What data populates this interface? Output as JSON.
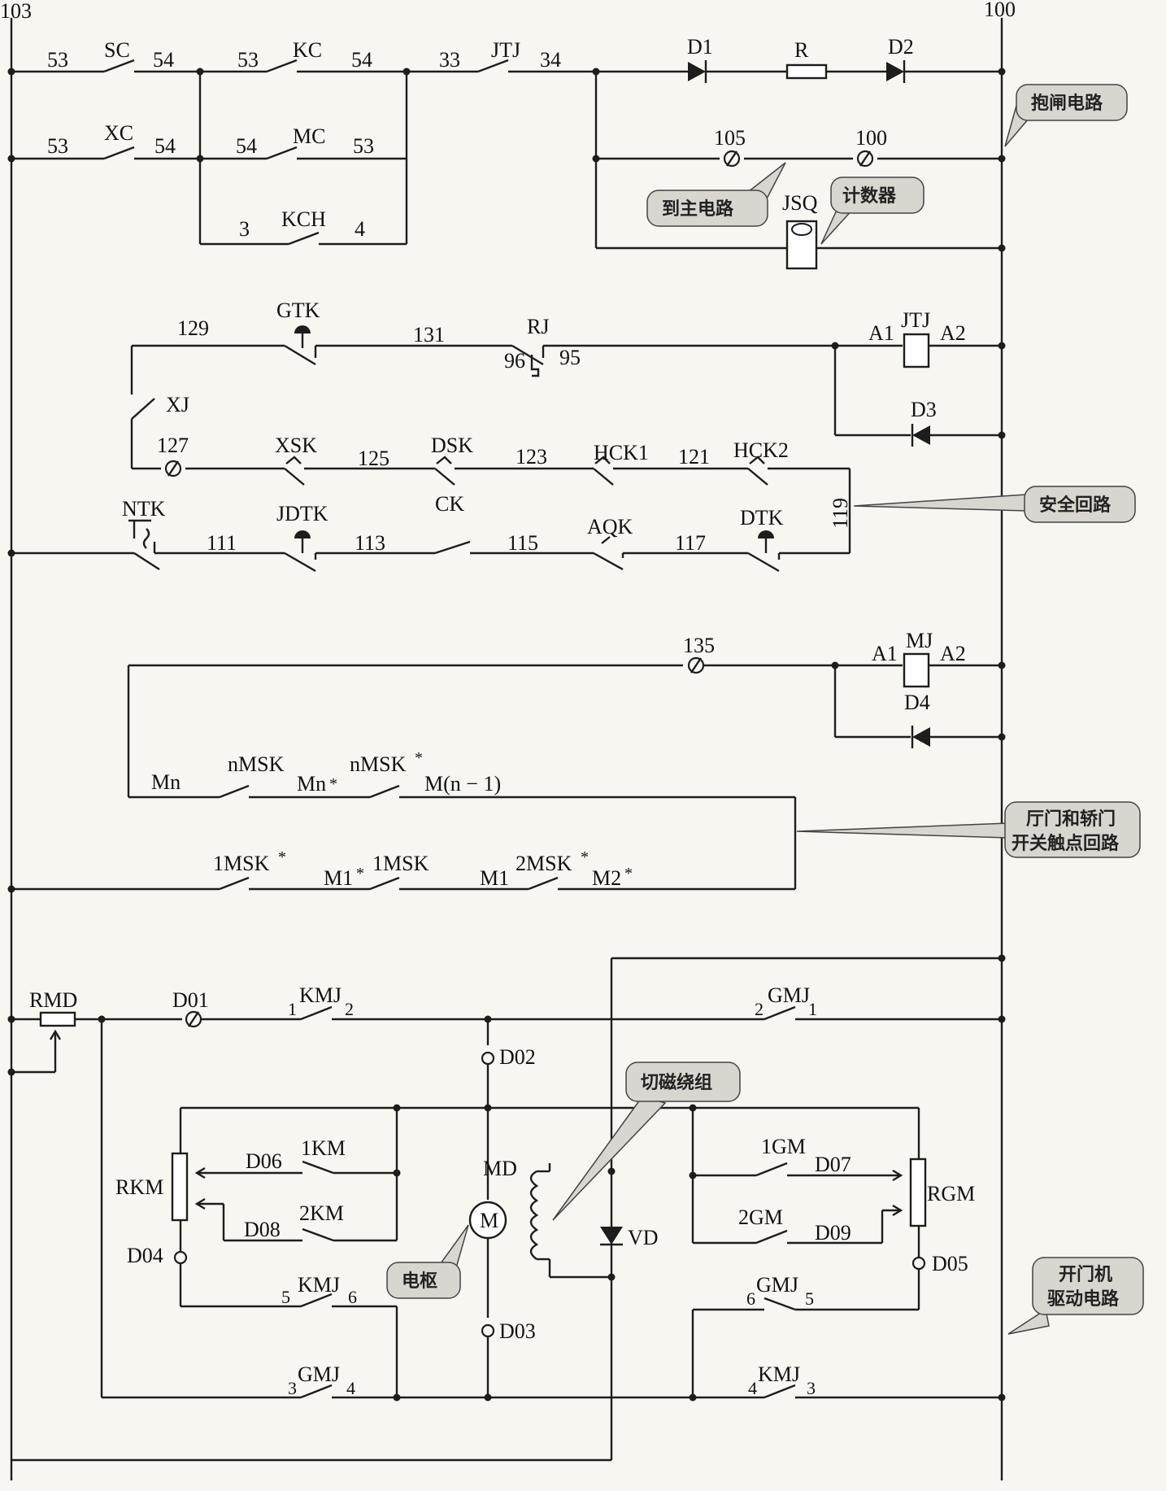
{
  "rails": {
    "left": "103",
    "right": "100"
  },
  "callouts": {
    "brake": "抱闸电路",
    "to_main": "到主电路",
    "counter": "计数器",
    "safety": "安全回路",
    "door_line1": "厅门和轿门",
    "door_line2": "开关触点回路",
    "field": "切磁绕组",
    "armature": "电枢",
    "drive_line1": "开门机",
    "drive_line2": "驱动电路"
  },
  "labels": {
    "n53a": "53",
    "sc": "SC",
    "n54a": "54",
    "n53b": "53",
    "kc": "KC",
    "n54b": "54",
    "n33": "33",
    "jtj_c": "JTJ",
    "n34": "34",
    "d1": "D1",
    "r": "R",
    "d2": "D2",
    "n53c": "53",
    "xc": "XC",
    "n54c": "54",
    "n54d": "54",
    "mc": "MC",
    "n53d": "53",
    "n105": "105",
    "n100": "100",
    "n3": "3",
    "kch": "KCH",
    "n4": "4",
    "jsq": "JSQ",
    "n129": "129",
    "gtk": "GTK",
    "n131": "131",
    "rj": "RJ",
    "n96": "96",
    "n95": "95",
    "a1a": "A1",
    "jtj_coil": "JTJ",
    "a2a": "A2",
    "xj": "XJ",
    "d3": "D3",
    "n127": "127",
    "xsk": "XSK",
    "n125": "125",
    "dsk": "DSK",
    "n123": "123",
    "hck1": "HCK1",
    "n121": "121",
    "hck2": "HCK2",
    "n119": "119",
    "ntk": "NTK",
    "jdtk": "JDTK",
    "ck": "CK",
    "n111": "111",
    "n113": "113",
    "n115": "115",
    "aqk": "AQK",
    "n117": "117",
    "dtk": "DTK",
    "n135": "135",
    "a1b": "A1",
    "mj": "MJ",
    "a2b": "A2",
    "d4": "D4",
    "mn": "Mn",
    "nmsk": "nMSK",
    "mnstar": "Mn",
    "nmskstar": "nMSK",
    "mn1": "M(n − 1)",
    "onemskstar": "1MSK",
    "m1star": "M1",
    "onemsk": "1MSK",
    "m1": "M1",
    "twomskstar": "2MSK",
    "m2star": "M2",
    "star": "*",
    "rmd": "RMD",
    "d01": "D01",
    "k1": "1",
    "kmj_a": "KMJ",
    "k2": "2",
    "g2": "2",
    "gmj_a": "GMJ",
    "g1": "1",
    "d02": "D02",
    "rkm": "RKM",
    "d06": "D06",
    "km1": "1KM",
    "d08": "D08",
    "km2": "2KM",
    "d04": "D04",
    "md": "MD",
    "m": "M",
    "vd": "VD",
    "gm1": "1GM",
    "d07": "D07",
    "rgm": "RGM",
    "gm2": "2GM",
    "d09": "D09",
    "d05": "D05",
    "k5": "5",
    "kmj_b": "KMJ",
    "k6": "6",
    "g6": "6",
    "gmj_b": "GMJ",
    "g5": "5",
    "d03": "D03",
    "g3": "3",
    "gmj_c": "GMJ",
    "g4": "4",
    "k4": "4",
    "kmj_c": "KMJ",
    "k3": "3"
  }
}
